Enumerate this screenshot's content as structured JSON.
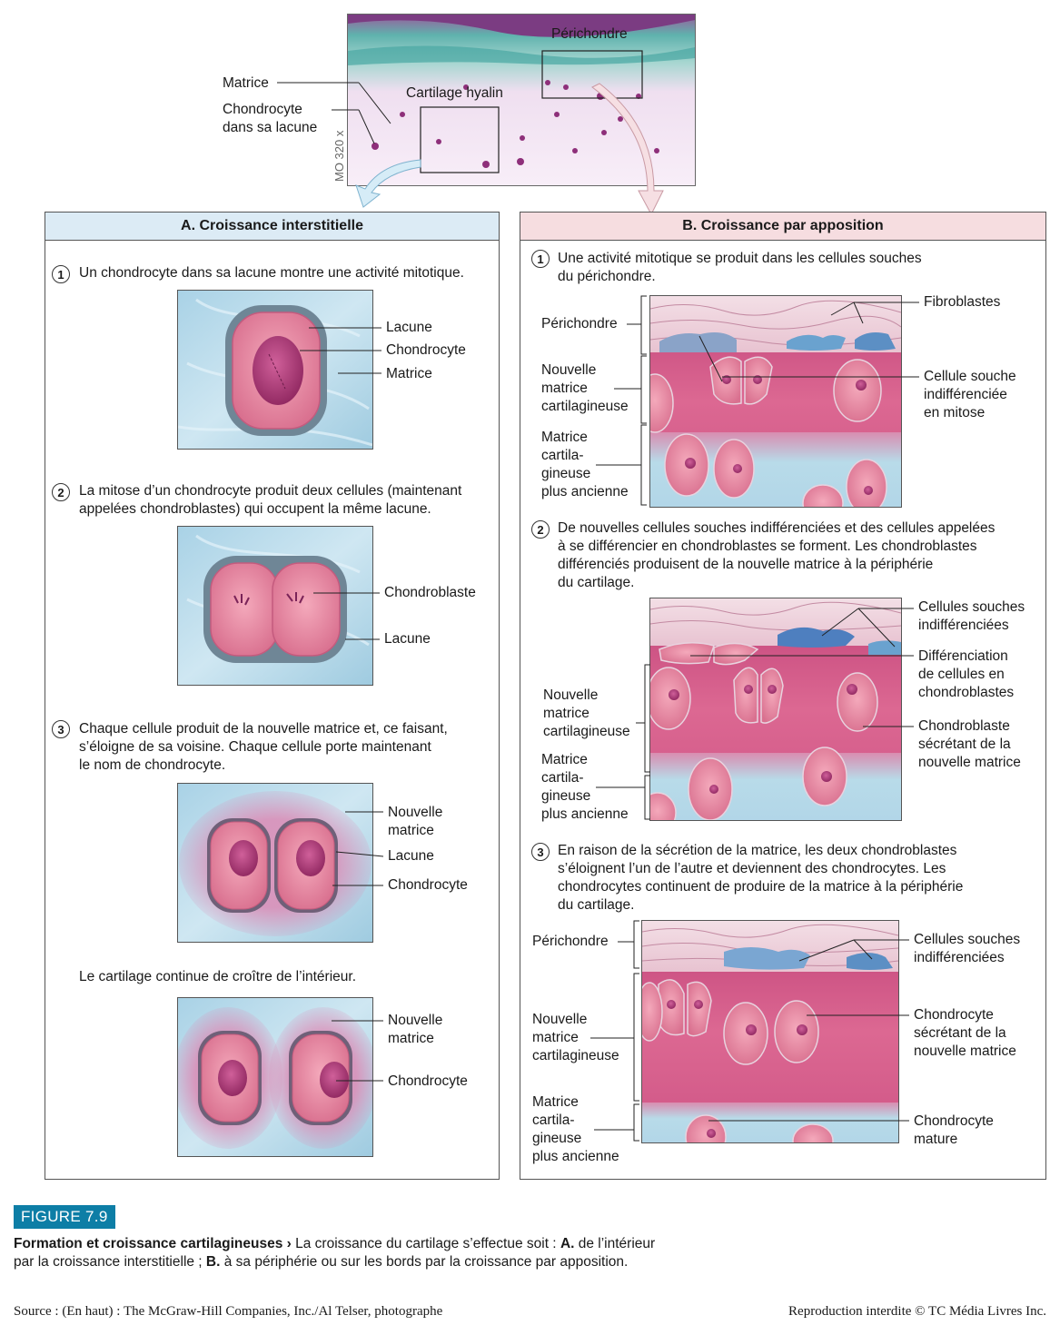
{
  "micrograph": {
    "labels": {
      "perichondre": "Périchondre",
      "cartilage_hyalin": "Cartilage hyalin",
      "matrice": "Matrice",
      "chondrocyte": "Chondrocyte\ndans sa lacune",
      "magnification": "MO 320 x"
    }
  },
  "panel_a": {
    "title": "A. Croissance interstitielle",
    "steps": [
      {
        "num": "1",
        "text": "Un chondrocyte dans sa lacune montre une activité mitotique.",
        "labels": [
          "Lacune",
          "Chondrocyte",
          "Matrice"
        ]
      },
      {
        "num": "2",
        "text": "La mitose d’un chondrocyte produit deux cellules (maintenant\nappelées chondroblastes) qui occupent la même lacune.",
        "labels": [
          "Chondroblaste",
          "Lacune"
        ]
      },
      {
        "num": "3",
        "text": "Chaque cellule produit de la nouvelle matrice et, ce faisant,\ns’éloigne de sa voisine. Chaque cellule porte maintenant\nle nom de chondrocyte.",
        "labels": [
          "Nouvelle\nmatrice",
          "Lacune",
          "Chondrocyte"
        ]
      },
      {
        "text": "Le cartilage continue de croître de l’intérieur.",
        "labels": [
          "Nouvelle\nmatrice",
          "Chondrocyte"
        ]
      }
    ]
  },
  "panel_b": {
    "title": "B. Croissance par apposition",
    "steps": [
      {
        "num": "1",
        "text": "Une activité mitotique se produit dans les cellules souches\ndu périchondre.",
        "left_labels": [
          "Périchondre",
          "Nouvelle\nmatrice\ncartilagineuse",
          "Matrice\ncartila-\ngineuse\nplus ancienne"
        ],
        "right_labels": [
          "Fibroblastes",
          "Cellule souche\nindifférenciée\nen mitose"
        ]
      },
      {
        "num": "2",
        "text": "De nouvelles cellules souches indifférenciées et des cellules appelées\nà se différencier en chondroblastes se forment. Les chondroblastes\ndifférenciés produisent de la nouvelle matrice à la périphérie\ndu cartilage.",
        "left_labels": [
          "Nouvelle\nmatrice\ncartilagineuse",
          "Matrice\ncartila-\ngineuse\nplus ancienne"
        ],
        "right_labels": [
          "Cellules souches\nindifférenciées",
          "Différenciation\nde cellules en\nchondroblastes",
          "Chondroblaste\nsécrétant de la\nnouvelle matrice"
        ]
      },
      {
        "num": "3",
        "text": "En raison de la sécrétion de la matrice, les deux chondroblastes\ns’éloignent l’un de l’autre et deviennent des chondrocytes. Les\nchondrocytes continuent de produire de la matrice à la périphérie\ndu cartilage.",
        "left_labels": [
          "Périchondre",
          "Nouvelle\nmatrice\ncartilagineuse",
          "Matrice\ncartila-\ngineuse\nplus ancienne"
        ],
        "right_labels": [
          "Cellules souches\nindifférenciées",
          "Chondrocyte\nsécrétant de la\nnouvelle matrice",
          "Chondrocyte\nmature"
        ]
      }
    ]
  },
  "figure": {
    "tag": "FIGURE 7.9",
    "caption_bold": "Formation et croissance cartilagineuses",
    "caption_arrow": "›",
    "caption_rest_1": " La croissance du cartilage s’effectue soit : ",
    "caption_a": "A.",
    "caption_rest_2": " de l’intérieur\npar la croissance interstitielle ; ",
    "caption_b": "B.",
    "caption_rest_3": " à sa périphérie ou sur les bords par la croissance par apposition.",
    "source": "Source : (En haut) : The McGraw-Hill Companies, Inc./Al Telser, photographe",
    "rights": "Reproduction interdite © TC Média Livres Inc."
  },
  "colors": {
    "panel_a_header": "#dcebf5",
    "panel_b_header": "#f6dde0",
    "matrix_blue": "#b9dcec",
    "cell_pink": "#e88aa3",
    "nucleus": "#b03a78",
    "cartilage_pink": "#d65a86",
    "figure_tag": "#0d7ea6"
  }
}
